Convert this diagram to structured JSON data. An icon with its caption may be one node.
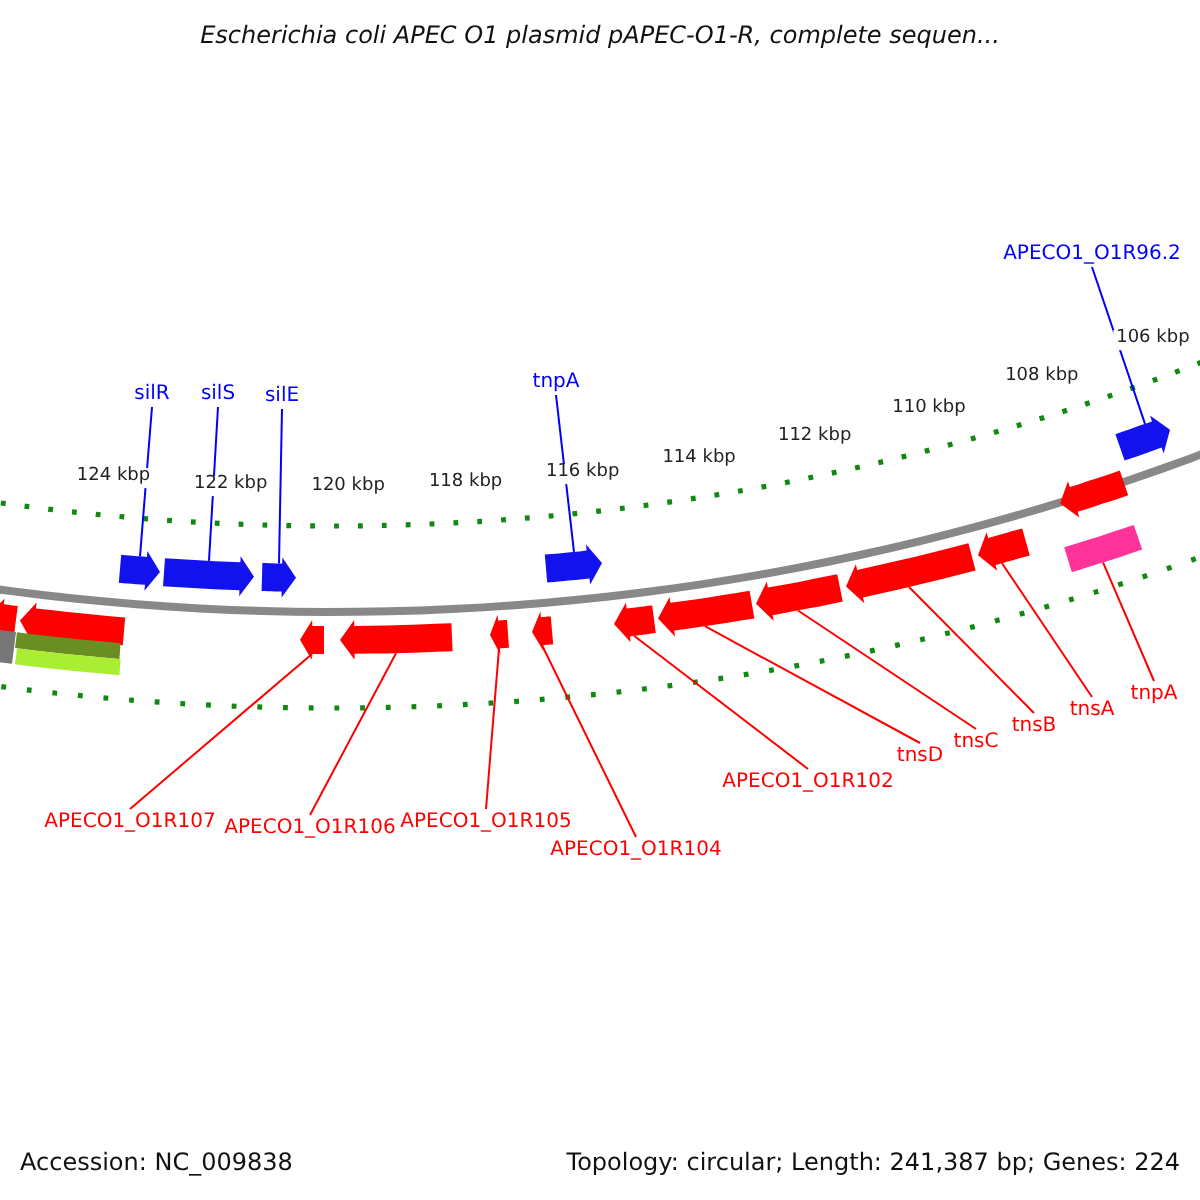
{
  "diagram": {
    "title": "Escherichia coli APEC O1 plasmid pAPEC-O1-R, complete sequen...",
    "nodes": [
      {
        "text": [
          "silR"
        ]
      },
      {
        "text": [
          "silS"
        ]
      },
      {
        "text": [
          "silE"
        ]
      },
      {
        "text": [
          "tnpA"
        ]
      },
      {
        "text": [
          "APECO1_O1R96.2"
        ]
      },
      {
        "text": [
          "APECO1_O1R107"
        ]
      },
      {
        "text": [
          "APECO1_O1R106"
        ]
      },
      {
        "text": [
          "APECO1_O1R105"
        ]
      },
      {
        "text": [
          "APECO1_O1R104"
        ]
      },
      {
        "text": [
          "APECO1_O1R102"
        ]
      },
      {
        "text": [
          "tnsD"
        ]
      },
      {
        "text": [
          "tnsC"
        ]
      },
      {
        "text": [
          "tnsB"
        ]
      },
      {
        "text": [
          "tnsA"
        ]
      },
      {
        "text": [
          "tnpA"
        ]
      },
      {
        "text": [],
        "shape": "arrow"
      },
      {
        "text": [],
        "shape": "arrow"
      },
      {
        "text": [],
        "shape": "arrow"
      },
      {
        "text": [],
        "shape": "arrow"
      },
      {
        "text": [],
        "shape": "arrow"
      },
      {
        "text": [],
        "shape": "arrow"
      },
      {
        "text": [],
        "shape": "arrow"
      },
      {
        "text": [],
        "shape": "arrow"
      },
      {
        "text": [],
        "shape": "arrow"
      },
      {
        "text": [],
        "shape": "arrow"
      },
      {
        "text": [],
        "shape": "arrow"
      },
      {
        "text": [],
        "shape": "arrow"
      },
      {
        "text": [],
        "shape": "arrow"
      },
      {
        "text": [],
        "shape": "arrow"
      },
      {
        "text": [],
        "shape": "box"
      },
      {
        "text": [],
        "shape": "arrow"
      },
      {
        "text": [],
        "shape": "arrow"
      },
      {
        "text": [],
        "shape": "arrow"
      },
      {
        "text": [],
        "shape": "box"
      },
      {
        "text": [],
        "shape": "box"
      },
      {
        "text": [],
        "shape": "box"
      }
    ],
    "edges": [
      {
        "from": 0,
        "to": 15,
        "arrow": "none",
        "color": "#0000ff"
      },
      {
        "from": 1,
        "to": 16,
        "arrow": "none",
        "color": "#0000ff"
      },
      {
        "from": 2,
        "to": 17,
        "arrow": "none",
        "color": "#0000ff"
      },
      {
        "from": 3,
        "to": 18,
        "arrow": "none",
        "color": "#0000ff"
      },
      {
        "from": 4,
        "to": 19,
        "arrow": "none",
        "color": "#0000ff"
      },
      {
        "from": 5,
        "to": 20,
        "arrow": "none"
      },
      {
        "from": 6,
        "to": 21,
        "arrow": "none"
      },
      {
        "from": 7,
        "to": 22,
        "arrow": "none"
      },
      {
        "from": 8,
        "to": 23,
        "arrow": "none"
      },
      {
        "from": 9,
        "to": 24,
        "arrow": "none"
      },
      {
        "from": 10,
        "to": 25,
        "arrow": "none"
      },
      {
        "from": 11,
        "to": 26,
        "arrow": "none"
      },
      {
        "from": 12,
        "to": 27,
        "arrow": "none"
      },
      {
        "from": 13,
        "to": 28,
        "arrow": "none"
      },
      {
        "from": 14,
        "to": 29,
        "arrow": "none"
      }
    ],
    "labels": [
      "124 kbp",
      "122 kbp",
      "120 kbp",
      "118 kbp",
      "116 kbp",
      "114 kbp",
      "112 kbp",
      "110 kbp",
      "108 kbp",
      "106 kbp",
      "Accession: NC_009838",
      "Topology: circular; Length: 241,387 bp; Genes: 224"
    ]
  }
}
